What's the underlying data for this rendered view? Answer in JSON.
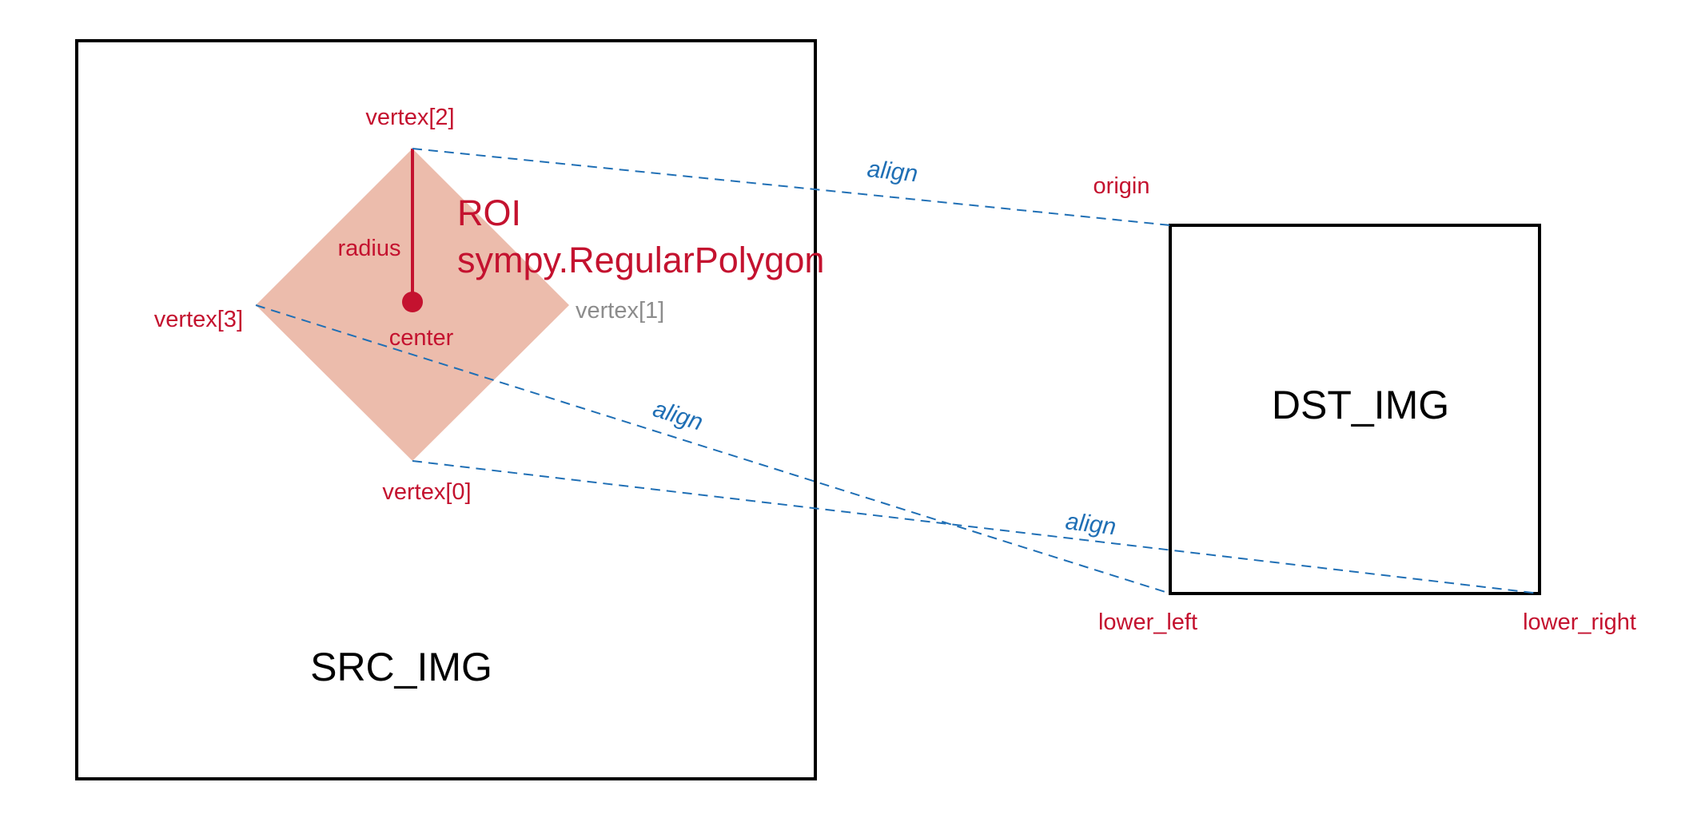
{
  "colors": {
    "frame": "#000000",
    "label_red": "#c4122f",
    "label_gray": "#8c8c8c",
    "align_blue": "#1f6fb5",
    "roi_fill": "#ecbcac",
    "background": "#ffffff"
  },
  "src_image": {
    "label": "SRC_IMG"
  },
  "dst_image": {
    "label": "DST_IMG",
    "corners": {
      "origin": "origin",
      "lower_left": "lower_left",
      "lower_right": "lower_right"
    }
  },
  "roi": {
    "title": "ROI",
    "subtitle": "sympy.RegularPolygon",
    "radius_label": "radius",
    "center_label": "center",
    "vertices": [
      "vertex[0]",
      "vertex[1]",
      "vertex[2]",
      "vertex[3]"
    ]
  },
  "align_label": "align"
}
